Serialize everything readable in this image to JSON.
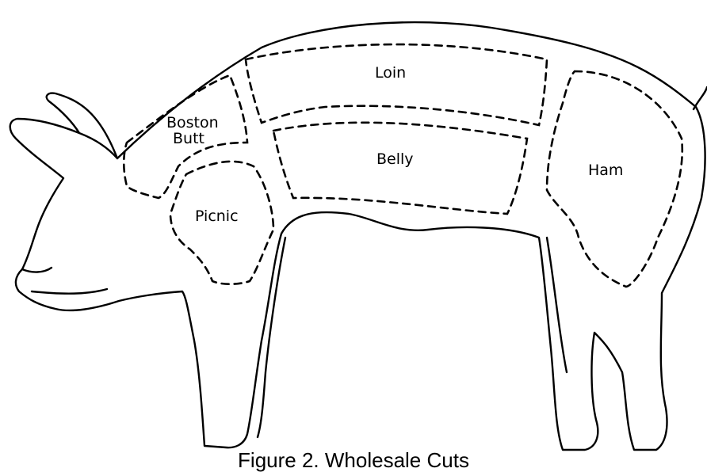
{
  "diagram": {
    "cuts": [
      {
        "id": "boston-butt",
        "lines": [
          "Boston",
          "Butt"
        ]
      },
      {
        "id": "loin",
        "lines": [
          "Loin"
        ]
      },
      {
        "id": "belly",
        "lines": [
          "Belly"
        ]
      },
      {
        "id": "ham",
        "lines": [
          "Ham"
        ]
      },
      {
        "id": "picnic",
        "lines": [
          "Picnic"
        ]
      }
    ],
    "caption": "Figure 2. Wholesale Cuts"
  },
  "colors": {
    "ink": "#000000",
    "background": "#ffffff"
  }
}
